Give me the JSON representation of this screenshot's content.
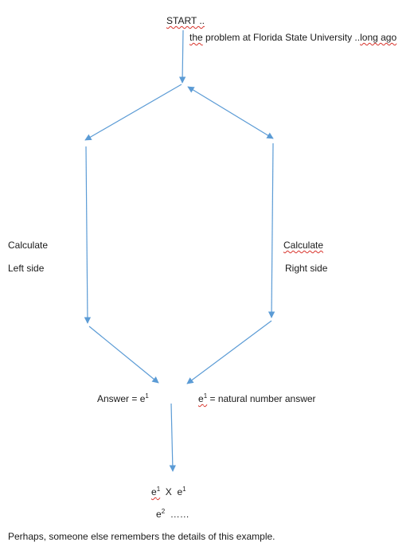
{
  "labels": {
    "start": "START ..",
    "problem_prefix": "the",
    "problem_middle": " problem at Florida State University ..",
    "problem_suffix": "long ago",
    "calculate_left": "Calculate",
    "left_side": "Left side",
    "calculate_right": "Calculate",
    "right_side": "Right side",
    "answer_prefix": "Answer = e",
    "answer_sup": "1",
    "natural_e": "e",
    "natural_sup": "1",
    "natural_text": " = natural number answer",
    "product_e1": "e",
    "product_e1_sup": "1",
    "product_op": "  X  e",
    "product_e2_sup": "1",
    "squared_e": "e",
    "squared_sup": "2",
    "squared_dots": "  ……",
    "footer": "Perhaps, someone else remembers the details of this example."
  },
  "colors": {
    "arrow": "#5b9bd5",
    "text": "#1a1a1a",
    "spellcheck": "#d8322a"
  }
}
